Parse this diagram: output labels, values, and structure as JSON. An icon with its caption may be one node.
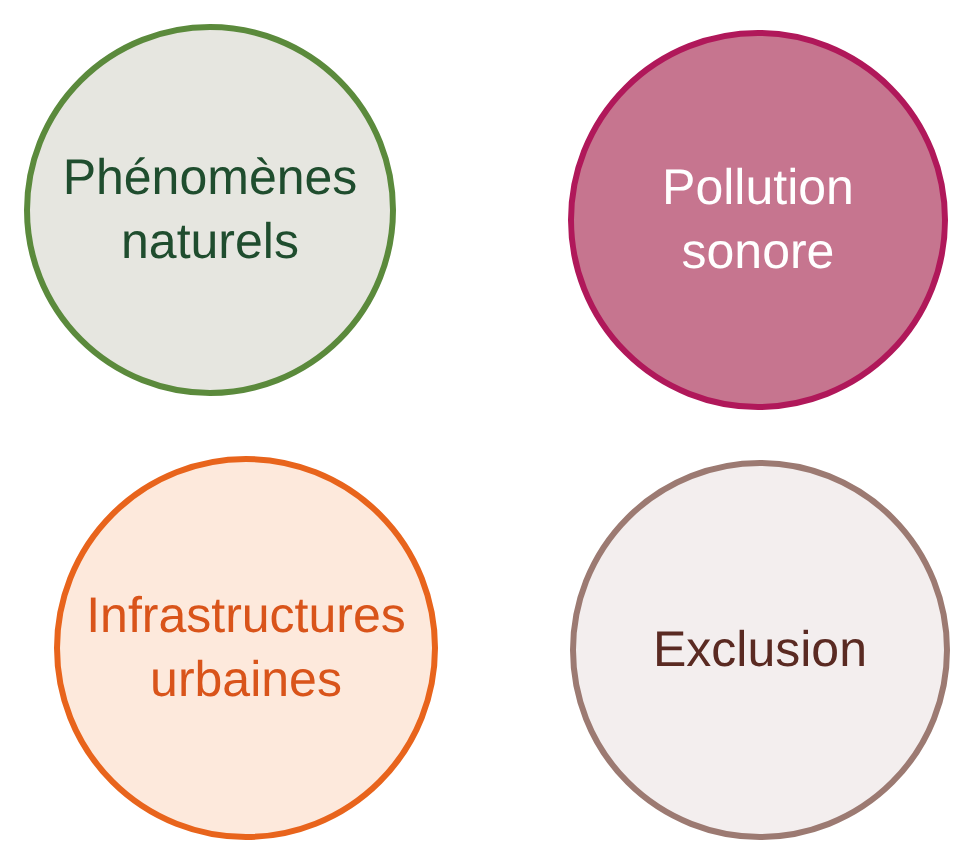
{
  "diagram": {
    "nodes": [
      {
        "text": [
          "Phénomènes naturels"
        ]
      },
      {
        "text": [
          "Pollution sonore"
        ]
      },
      {
        "text": [
          "Infrastructures urbaines"
        ]
      },
      {
        "text": [
          "Exclusion"
        ]
      }
    ]
  }
}
